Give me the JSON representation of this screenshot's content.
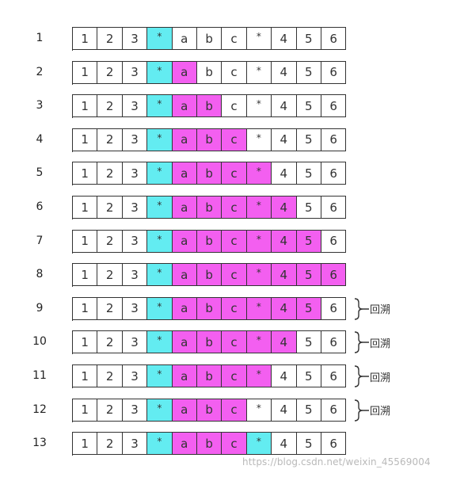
{
  "colors": {
    "pointer": "#63ecf1",
    "matched": "#f35ff0",
    "default": "#ffffff",
    "border": "#333333"
  },
  "sequence": [
    "1",
    "2",
    "3",
    "*",
    "a",
    "b",
    "c",
    "*",
    "4",
    "5",
    "6"
  ],
  "rows": [
    {
      "step": "1",
      "cyan": [
        3
      ],
      "magenta": [],
      "note": ""
    },
    {
      "step": "2",
      "cyan": [
        3
      ],
      "magenta": [
        4
      ],
      "note": ""
    },
    {
      "step": "3",
      "cyan": [
        3
      ],
      "magenta": [
        4,
        5
      ],
      "note": ""
    },
    {
      "step": "4",
      "cyan": [
        3
      ],
      "magenta": [
        4,
        5,
        6
      ],
      "note": ""
    },
    {
      "step": "5",
      "cyan": [
        3
      ],
      "magenta": [
        4,
        5,
        6,
        7
      ],
      "note": ""
    },
    {
      "step": "6",
      "cyan": [
        3
      ],
      "magenta": [
        4,
        5,
        6,
        7,
        8
      ],
      "note": ""
    },
    {
      "step": "7",
      "cyan": [
        3
      ],
      "magenta": [
        4,
        5,
        6,
        7,
        8,
        9
      ],
      "note": ""
    },
    {
      "step": "8",
      "cyan": [
        3
      ],
      "magenta": [
        4,
        5,
        6,
        7,
        8,
        9,
        10
      ],
      "note": ""
    },
    {
      "step": "9",
      "cyan": [
        3
      ],
      "magenta": [
        4,
        5,
        6,
        7,
        8,
        9
      ],
      "note": "回溯"
    },
    {
      "step": "10",
      "cyan": [
        3
      ],
      "magenta": [
        4,
        5,
        6,
        7,
        8
      ],
      "note": "回溯"
    },
    {
      "step": "11",
      "cyan": [
        3
      ],
      "magenta": [
        4,
        5,
        6,
        7
      ],
      "note": "回溯"
    },
    {
      "step": "12",
      "cyan": [
        3
      ],
      "magenta": [
        4,
        5,
        6
      ],
      "note": "回溯"
    },
    {
      "step": "13",
      "cyan": [
        3,
        7
      ],
      "magenta": [
        4,
        5,
        6
      ],
      "note": ""
    }
  ],
  "watermark": "https://blog.csdn.net/weixin_45569004"
}
